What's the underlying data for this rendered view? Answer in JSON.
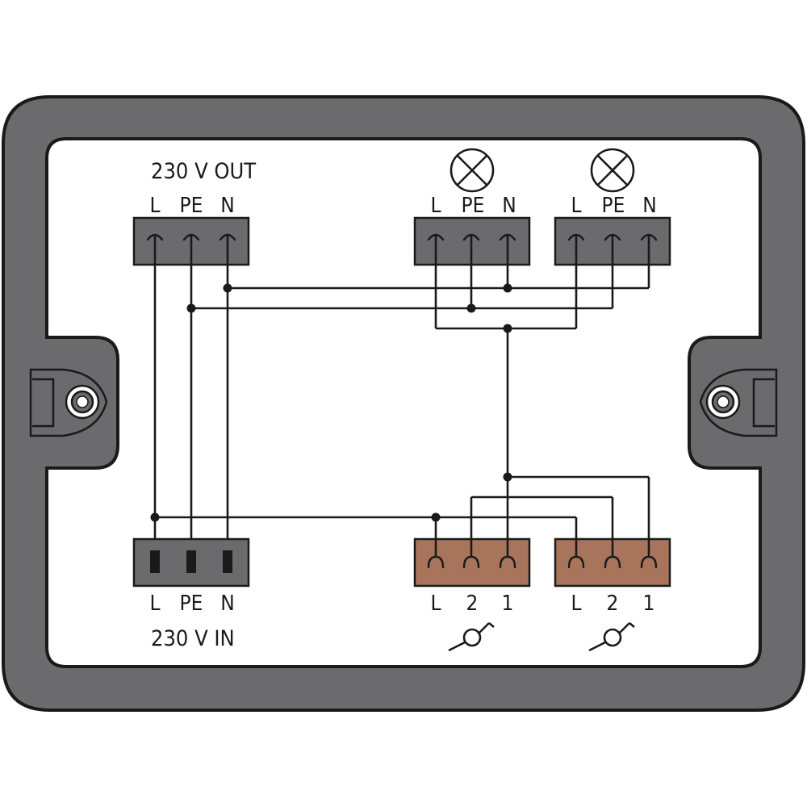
{
  "title_out": "230 V OUT",
  "title_in": "230 V IN",
  "out_pins": [
    "L",
    "PE",
    "N"
  ],
  "in_pins": [
    "L",
    "PE",
    "N"
  ],
  "lamp_pins": [
    "L",
    "PE",
    "N"
  ],
  "switch_pins": [
    "L",
    "2",
    "1"
  ],
  "icons": {
    "lamp": "lamp-symbol-icon",
    "switch": "switch-symbol-icon",
    "screw": "screw-hole-icon"
  },
  "colors": {
    "housing": "#6b6b6d",
    "connector_gray": "#6b6b6d",
    "connector_brown": "#a8745c",
    "background": "#ffffff",
    "line": "#1a1a1a"
  }
}
